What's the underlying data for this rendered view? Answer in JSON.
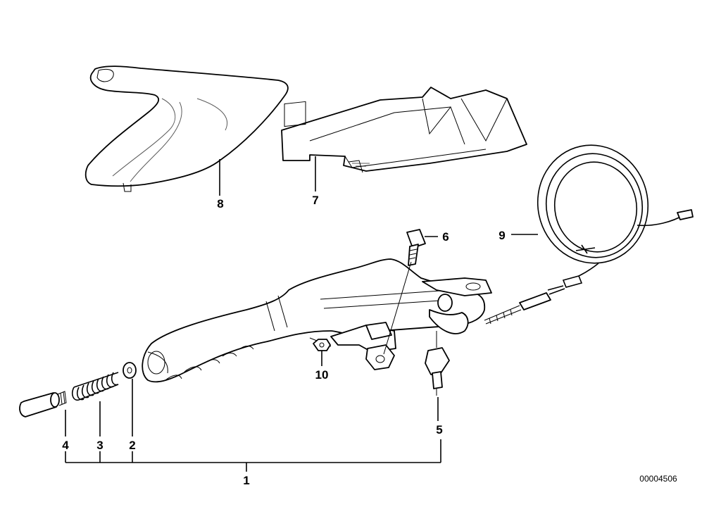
{
  "diagram": {
    "callouts": [
      {
        "id": "c1",
        "text": "1"
      },
      {
        "id": "c2",
        "text": "2"
      },
      {
        "id": "c3",
        "text": "3"
      },
      {
        "id": "c4",
        "text": "4"
      },
      {
        "id": "c5",
        "text": "5"
      },
      {
        "id": "c6",
        "text": "6"
      },
      {
        "id": "c7",
        "text": "7"
      },
      {
        "id": "c8",
        "text": "8"
      },
      {
        "id": "c9",
        "text": "9"
      },
      {
        "id": "c10",
        "text": "10"
      }
    ],
    "reference_code": "00004506"
  }
}
